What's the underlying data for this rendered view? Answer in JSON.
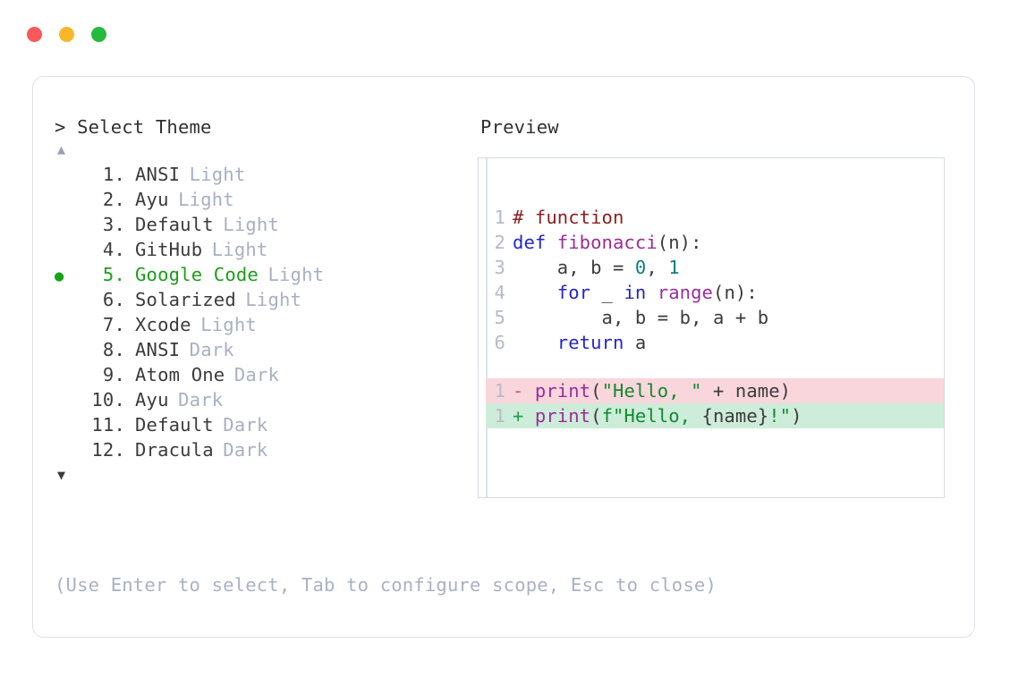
{
  "window": {
    "buttons": [
      {
        "name": "close",
        "color": "#f9595a"
      },
      {
        "name": "minimize",
        "color": "#f8b72a"
      },
      {
        "name": "maximize",
        "color": "#23bb3c"
      }
    ]
  },
  "left_panel": {
    "prompt": "> Select Theme",
    "scroll_up_glyph": "▲",
    "scroll_down_glyph": "▼",
    "selected_index": 5,
    "selected_bullet": "●",
    "accent_color": "#1a9e1a",
    "items": [
      {
        "number": "1.",
        "name": "ANSI",
        "variant": "Light",
        "selected": false
      },
      {
        "number": "2.",
        "name": "Ayu",
        "variant": "Light",
        "selected": false
      },
      {
        "number": "3.",
        "name": "Default",
        "variant": "Light",
        "selected": false
      },
      {
        "number": "4.",
        "name": "GitHub",
        "variant": "Light",
        "selected": false
      },
      {
        "number": "5.",
        "name": "Google Code",
        "variant": "Light",
        "selected": true
      },
      {
        "number": "6.",
        "name": "Solarized",
        "variant": "Light",
        "selected": false
      },
      {
        "number": "7.",
        "name": "Xcode",
        "variant": "Light",
        "selected": false
      },
      {
        "number": "8.",
        "name": "ANSI",
        "variant": "Dark",
        "selected": false
      },
      {
        "number": "9.",
        "name": "Atom One",
        "variant": "Dark",
        "selected": false
      },
      {
        "number": "10.",
        "name": "Ayu",
        "variant": "Dark",
        "selected": false
      },
      {
        "number": "11.",
        "name": "Default",
        "variant": "Dark",
        "selected": false
      },
      {
        "number": "12.",
        "name": "Dracula",
        "variant": "Dark",
        "selected": false
      }
    ]
  },
  "right_panel": {
    "label": "Preview",
    "language": "python",
    "code_lines": [
      {
        "ln": "1",
        "tokens": [
          {
            "t": "# function",
            "c": "tok-comment"
          }
        ]
      },
      {
        "ln": "2",
        "tokens": [
          {
            "t": "def ",
            "c": "tok-kw"
          },
          {
            "t": "fibonacci",
            "c": "tok-fn"
          },
          {
            "t": "(n):",
            "c": "tok-plain"
          }
        ]
      },
      {
        "ln": "3",
        "tokens": [
          {
            "t": "    a, b = ",
            "c": "tok-plain"
          },
          {
            "t": "0",
            "c": "tok-num"
          },
          {
            "t": ", ",
            "c": "tok-plain"
          },
          {
            "t": "1",
            "c": "tok-num"
          }
        ]
      },
      {
        "ln": "4",
        "tokens": [
          {
            "t": "    ",
            "c": "tok-plain"
          },
          {
            "t": "for",
            "c": "tok-kw"
          },
          {
            "t": " _ ",
            "c": "tok-plain"
          },
          {
            "t": "in",
            "c": "tok-kw"
          },
          {
            "t": " ",
            "c": "tok-plain"
          },
          {
            "t": "range",
            "c": "tok-fn"
          },
          {
            "t": "(n):",
            "c": "tok-plain"
          }
        ]
      },
      {
        "ln": "5",
        "tokens": [
          {
            "t": "        a, b = b, a + b",
            "c": "tok-plain"
          }
        ]
      },
      {
        "ln": "6",
        "tokens": [
          {
            "t": "    ",
            "c": "tok-plain"
          },
          {
            "t": "return",
            "c": "tok-kw"
          },
          {
            "t": " a",
            "c": "tok-plain"
          }
        ]
      }
    ],
    "diff_lines": [
      {
        "ln": "1",
        "kind": "del",
        "sign": "-",
        "tokens": [
          {
            "t": "print",
            "c": "tok-fn"
          },
          {
            "t": "(",
            "c": "tok-plain"
          },
          {
            "t": "\"Hello, \"",
            "c": "tok-str"
          },
          {
            "t": " + name)",
            "c": "tok-plain"
          }
        ]
      },
      {
        "ln": "1",
        "kind": "add",
        "sign": "+",
        "tokens": [
          {
            "t": "print",
            "c": "tok-fn"
          },
          {
            "t": "(",
            "c": "tok-plain"
          },
          {
            "t": "f\"Hello, ",
            "c": "tok-str"
          },
          {
            "t": "{name}",
            "c": "tok-plain"
          },
          {
            "t": "!\"",
            "c": "tok-str"
          },
          {
            "t": ")",
            "c": "tok-plain"
          }
        ]
      }
    ]
  },
  "footer": {
    "hint": "(Use Enter to select, Tab to configure scope, Esc to close)"
  }
}
